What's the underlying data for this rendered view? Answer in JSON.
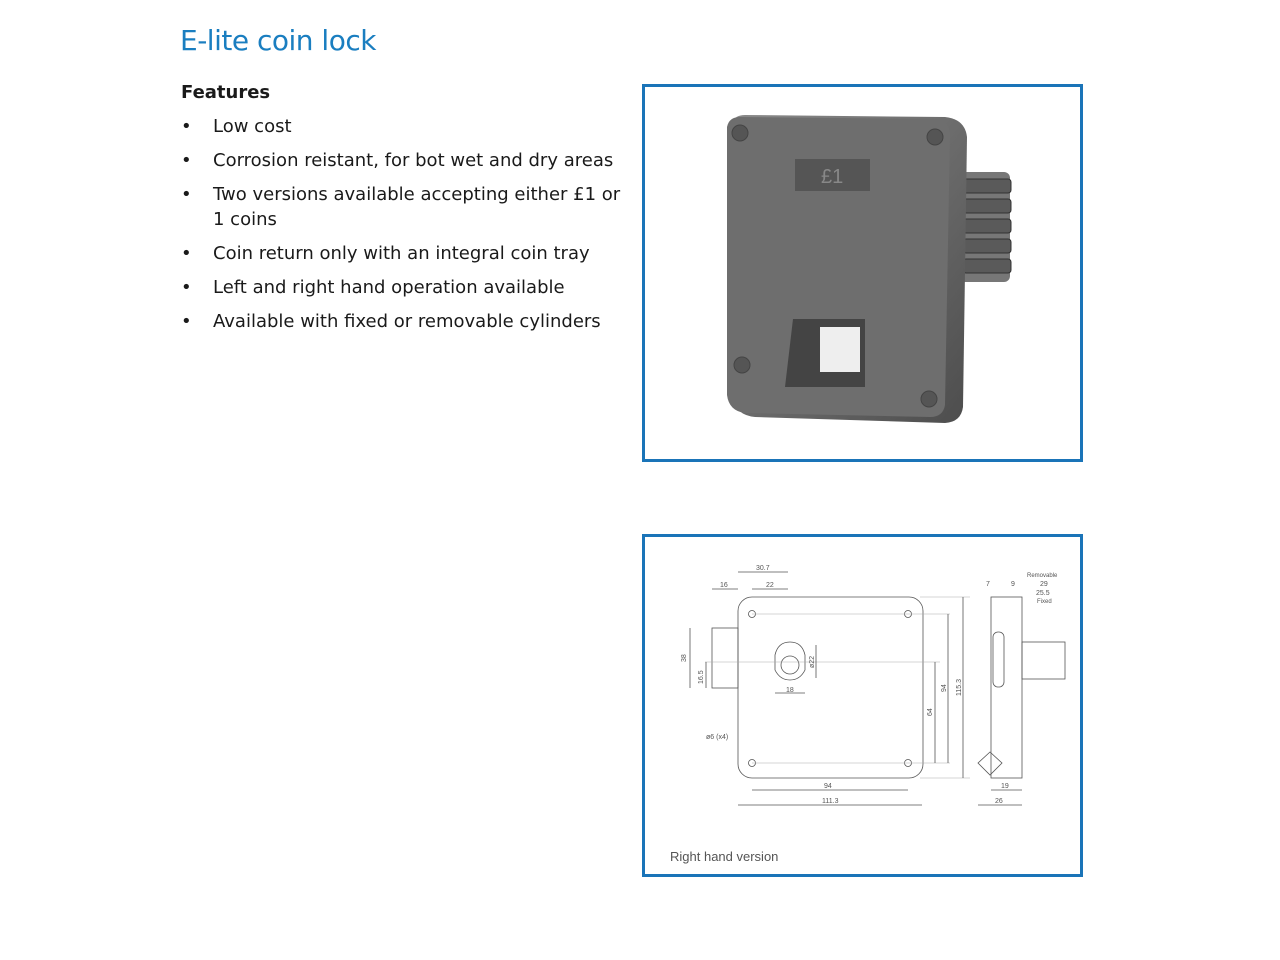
{
  "title": "E-lite coin lock",
  "features_heading": "Features",
  "features": [
    "Low cost",
    "Corrosion reistant, for bot wet and dry areas",
    "Two versions available accepting either £1 or 1 coins",
    "Coin return only with an integral coin tray",
    "Left and right hand operation available",
    "Available with fixed or removable cylinders"
  ],
  "bullet": "•",
  "photo": {
    "coin_slot_label": "£1"
  },
  "drawing": {
    "caption": "Right hand version",
    "dims": {
      "d30_7": "30.7",
      "d16": "16",
      "d22": "22",
      "d38": "38",
      "d16_5": "16.5",
      "d22dia": "ø22",
      "d18": "18",
      "d94v": "94",
      "d64": "64",
      "d115_3": "115.3",
      "d6": "ø6 (x4)",
      "d94h": "94",
      "d111_3": "111.3",
      "d7": "7",
      "d9": "9",
      "removable": "Removable",
      "d29": "29",
      "d25_5": "25.5",
      "fixed": "Fixed",
      "d19": "19",
      "d26": "26"
    }
  },
  "colors": {
    "accent": "#1a7ec0",
    "border": "#1a74b8"
  }
}
